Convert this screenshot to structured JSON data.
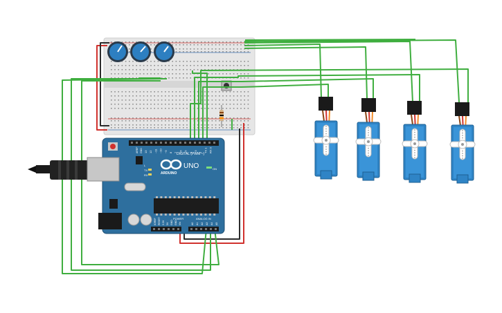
{
  "colors": {
    "wire_green": "#3fae3f",
    "wire_red": "#d0312d",
    "wire_black": "#2b2b2b",
    "board_blue": "#2e6f9e",
    "servo_blue": "#2f84c6",
    "breadboard": "#e4e4e4",
    "knob_blue": "#1f5f9a"
  },
  "arduino": {
    "model": "UNO",
    "brand": "ARDUINO",
    "digital_label": "DIGITAL (PWM ~)",
    "power_label": "POWER",
    "analog_label": "ANALOG IN",
    "on_label": "ON",
    "tx_label": "TX",
    "rx_label": "RX",
    "led_label": "L",
    "aref_label": "AREF",
    "gnd_label": "GND",
    "power_pins": [
      "IOREF",
      "RESET",
      "3.3V",
      "5V",
      "GND",
      "GND",
      "Vin"
    ],
    "analog_pins": [
      "A0",
      "A1",
      "A2",
      "A3",
      "A4",
      "A5"
    ],
    "digital_pins": [
      "13",
      "12",
      "~11",
      "~10",
      "~9",
      "8",
      "7",
      "~6",
      "~5",
      "4",
      "~3",
      "2",
      "TX 1",
      "RX 0"
    ]
  },
  "components": {
    "potentiometers": 3,
    "servos": 4,
    "pushbutton": 1,
    "resistor": 1
  }
}
